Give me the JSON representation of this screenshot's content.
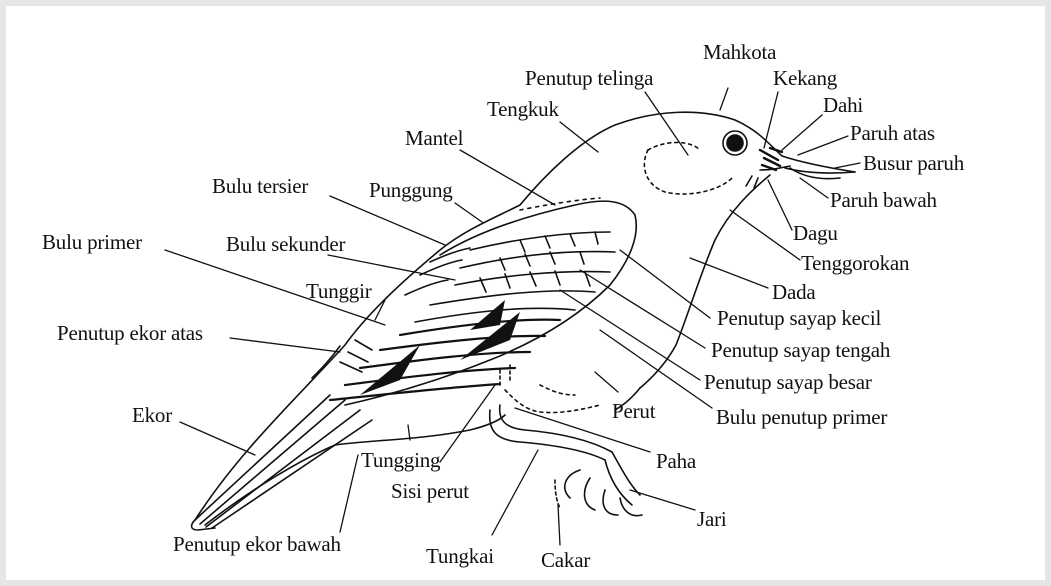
{
  "diagram": {
    "labels": {
      "mahkota": "Mahkota",
      "penutup_telinga": "Penutup telinga",
      "kekang": "Kekang",
      "tengkuk": "Tengkuk",
      "dahi": "Dahi",
      "paruh_atas": "Paruh atas",
      "mantel": "Mantel",
      "busur_paruh": "Busur paruh",
      "bulu_tersier": "Bulu tersier",
      "punggung": "Punggung",
      "paruh_bawah": "Paruh bawah",
      "bulu_primer": "Bulu primer",
      "bulu_sekunder": "Bulu sekunder",
      "dagu": "Dagu",
      "tenggorokan": "Tenggorokan",
      "tunggir": "Tunggir",
      "dada": "Dada",
      "penutup_ekor_atas": "Penutup ekor atas",
      "penutup_sayap_kecil": "Penutup sayap kecil",
      "penutup_sayap_tengah": "Penutup sayap tengah",
      "penutup_sayap_besar": "Penutup sayap besar",
      "ekor": "Ekor",
      "perut": "Perut",
      "bulu_penutup_primer": "Bulu penutup primer",
      "tungging": "Tungging",
      "paha": "Paha",
      "sisi_perut": "Sisi perut",
      "jari": "Jari",
      "penutup_ekor_bawah": "Penutup ekor bawah",
      "tungkai": "Tungkai",
      "cakar": "Cakar"
    },
    "colors": {
      "ink": "#111111",
      "paper": "#ffffff",
      "frame": "#e6e6e6"
    }
  }
}
